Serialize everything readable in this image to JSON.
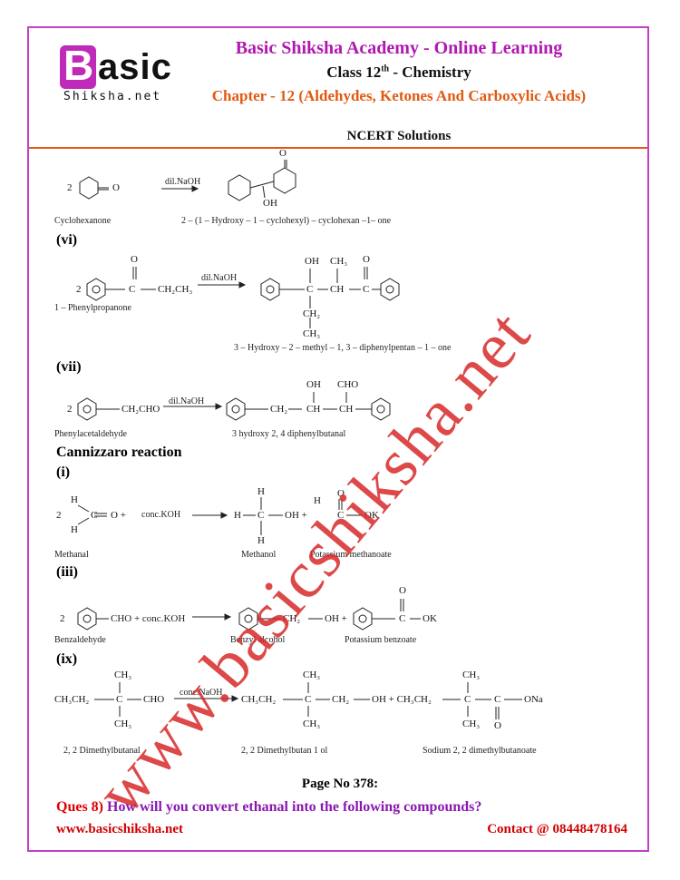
{
  "header": {
    "logo_letter": "B",
    "logo_rest": "asic",
    "logo_sub": "Shiksha.net",
    "academy_title": "Basic Shiksha Academy - Online Learning",
    "class_prefix": "Class 12",
    "class_sup": "th",
    "class_suffix": " - Chemistry",
    "chapter": "Chapter - 12 (Aldehydes, Ketones And Carboxylic Acids)",
    "ncert": "NCERT Solutions"
  },
  "reactions": {
    "r1": {
      "reagent": "dil.NaOH",
      "reactant_name": "Cyclohexanone",
      "product_name": "2 – (1 – Hydroxy – 1 – cyclohexyl) – cyclohexan –1– one",
      "coeff": "2"
    },
    "vi_label": "(vi)",
    "r6": {
      "reagent": "dil.NaOH",
      "reactant_name": "1 – Phenylpropanone",
      "product_name": "3 – Hydroxy – 2 – methyl – 1, 3 – diphenylpentan – 1 – one",
      "coeff": "2"
    },
    "vii_label": "(vii)",
    "r7": {
      "reagent": "dil.NaOH",
      "reactant_name": "Phenylacetaldehyde",
      "product_name": "3   hydroxy   2, 4   diphenylbutanal",
      "coeff": "2",
      "group": "CH₂CHO"
    },
    "cannizzaro_title": "Cannizzaro reaction",
    "i_label": "(i)",
    "c1": {
      "reagent": "conc.KOH",
      "names": [
        "Methanal",
        "Methanol",
        "Potassium methanoate"
      ],
      "coeff": "2"
    },
    "iii_label": "(iii)",
    "c3": {
      "reagent": "CHO + conc.KOH",
      "names": [
        "Benzaldehyde",
        "Benzyl alcohol",
        "Potassium benzoate"
      ],
      "coeff": "2"
    },
    "ix_label": "(ix)",
    "c9": {
      "reagent": "conc.NaOH",
      "names": [
        "2, 2   Dimethylbutanal",
        "2, 2   Dimethylbutan   1   ol",
        "Sodium 2, 2   dimethylbutanoate"
      ]
    }
  },
  "page_no": "Page No 378:",
  "question": {
    "number": "Ques 8)",
    "text": " How will you convert ethanal into the following compounds?"
  },
  "footer": {
    "website": "www.basicshiksha.net",
    "contact": "Contact @  08448478164"
  },
  "watermark": "www.basicshiksha.net"
}
